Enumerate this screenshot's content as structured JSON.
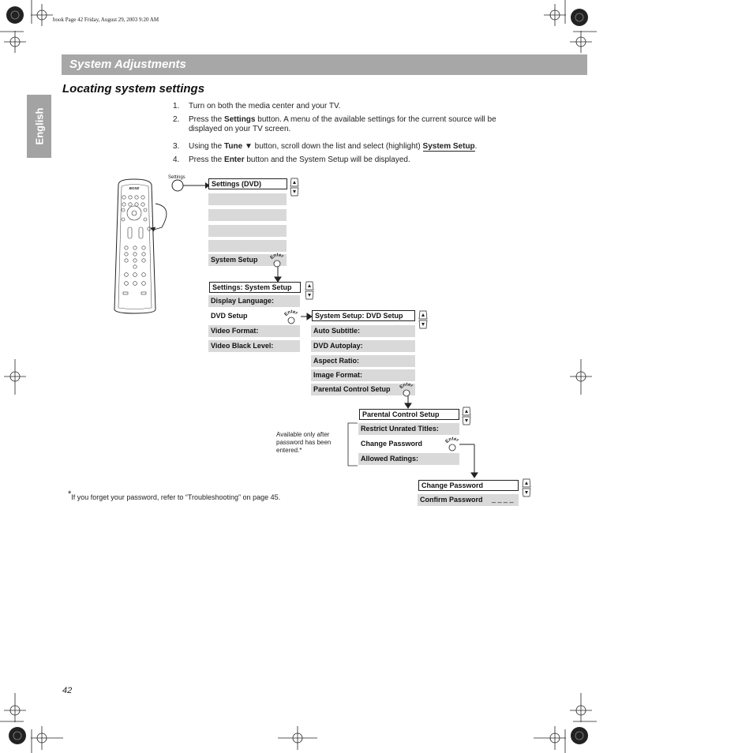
{
  "header_meta": "book  Page 42  Friday, August 29, 2003  9:20 AM",
  "banner_title": "System Adjustments",
  "section_title": "Locating system settings",
  "side_tab": "English",
  "steps": [
    {
      "num": "1.",
      "parts": [
        {
          "t": "Turn on both the media center and your TV."
        }
      ]
    },
    {
      "num": "2.",
      "parts": [
        {
          "t": "Press the "
        },
        {
          "t": "Settings",
          "b": true
        },
        {
          "t": " button. A menu of the available settings for the current source will be displayed on your TV screen."
        }
      ]
    },
    {
      "num": "3.",
      "parts": [
        {
          "t": "Using the "
        },
        {
          "t": "Tune ▼",
          "b": true
        },
        {
          "t": " button, scroll down the list and select (highlight) "
        },
        {
          "t": "System Setup",
          "hl": true
        },
        {
          "t": "."
        }
      ]
    },
    {
      "num": "4.",
      "parts": [
        {
          "t": "Press the "
        },
        {
          "t": "Enter",
          "b": true
        },
        {
          "t": " button and the System Setup will be displayed."
        }
      ]
    }
  ],
  "remote": {
    "brand": "BOSE",
    "settings_label": "Settings"
  },
  "menus": {
    "settings_dvd": {
      "title": "Settings (DVD)",
      "selected": "System Setup"
    },
    "system_setup": {
      "title": "Settings: System Setup",
      "items": [
        "Display Language:",
        "DVD Setup",
        "Video Format:",
        "Video Black Level:"
      ]
    },
    "dvd_setup": {
      "title": "System Setup: DVD Setup",
      "items": [
        "Auto Subtitle:",
        "DVD Autoplay:",
        "Aspect Ratio:",
        "Image Format:",
        "Parental Control Setup"
      ]
    },
    "parental": {
      "title": "Parental Control Setup",
      "items": [
        "Restrict Unrated Titles:",
        "Change Password",
        "Allowed Ratings:"
      ]
    },
    "password": {
      "title": "Change Password",
      "confirm": "Confirm Password",
      "dashes": "_ _ _ _"
    }
  },
  "enter_label": "Enter",
  "bracket_note": "Available only after password has been entered.*",
  "footnote_star": "*",
  "footnote": "If you forget your password, refer to “Troubleshooting” on page 45.",
  "page_number": "42"
}
